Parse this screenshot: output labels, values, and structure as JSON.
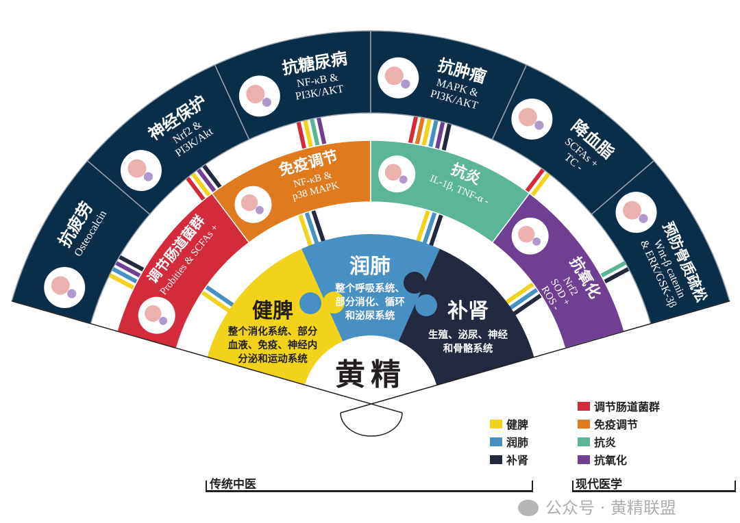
{
  "legend": [
    {
      "key": "jianpi",
      "label": "健脾",
      "color": "#f2d21b"
    },
    {
      "key": "runfei",
      "label": "润肺",
      "color": "#4690c4"
    },
    {
      "key": "bushen",
      "label": "补肾",
      "color": "#232a3f"
    },
    {
      "key": "gut",
      "label": "调节肠道菌群",
      "color": "#d42b3a"
    },
    {
      "key": "immune",
      "label": "免疫调节",
      "color": "#e07a1f"
    },
    {
      "key": "inflam",
      "label": "抗炎",
      "color": "#5bb598"
    },
    {
      "key": "antiox",
      "label": "抗氧化",
      "color": "#6e3f92"
    }
  ],
  "center_label": "黄精",
  "outer_color": "#0a2d48",
  "outer": [
    {
      "title": "抗疲劳",
      "sub": [
        "Osteocalcin"
      ],
      "icon": "muscle-dna-icon",
      "links": [
        "jianpi",
        "runfei",
        "antiox",
        "bushen"
      ]
    },
    {
      "title": "神经保护",
      "sub": [
        "Nrf2 &",
        "PI3K/Akt"
      ],
      "icon": "brain-icon",
      "links": [
        "gut",
        "jianpi",
        "antiox",
        "bushen"
      ]
    },
    {
      "title": "抗糖尿病",
      "sub": [
        "NF-κB &",
        "PI3K/AKT"
      ],
      "icon": "pancreas-icon",
      "links": [
        "gut",
        "jianpi",
        "inflam",
        "antiox"
      ]
    },
    {
      "title": "抗肿瘤",
      "sub": [
        "MAPK &",
        "PI3K/AKT"
      ],
      "icon": "tumor-icon",
      "links": [
        "gut",
        "immune",
        "jianpi",
        "runfei",
        "antiox",
        "bushen"
      ]
    },
    {
      "title": "降血脂",
      "sub": [
        "SCFAs +",
        "TC -"
      ],
      "icon": "artery-icon",
      "links": [
        "gut",
        "jianpi"
      ]
    },
    {
      "title": "预防骨质疏松",
      "sub": [
        "Wnt-β catenin",
        "& ERK/GSK-3β"
      ],
      "icon": "bone-icon",
      "links": [
        "inflam",
        "bushen"
      ]
    }
  ],
  "middle": [
    {
      "key": "gut",
      "title": "调节肠道菌群",
      "sub": [
        "Probities & SCFAs +"
      ],
      "icon": "gut-microbiota-icon",
      "links": [
        "jianpi",
        "runfei"
      ]
    },
    {
      "key": "immune",
      "title": "免疫调节",
      "sub": [
        "NF-κB &",
        "p38 MAPK"
      ],
      "icon": "immune-cells-icon",
      "links": [
        "jianpi",
        "runfei",
        "bushen"
      ]
    },
    {
      "key": "inflam",
      "title": "抗炎",
      "sub": [
        "IL-1β, TNF-α -"
      ],
      "icon": "tissue-slide-icon",
      "links": [
        "jianpi",
        "runfei",
        "bushen"
      ]
    },
    {
      "key": "antiox",
      "title": "抗氧化",
      "sub": [
        "Nrf2",
        "SOD +",
        "ROS -"
      ],
      "icon": "cell-ros-icon",
      "links": [
        "jianpi",
        "runfei",
        "bushen"
      ]
    }
  ],
  "inner": [
    {
      "key": "jianpi",
      "title": "健脾",
      "desc": [
        "整个消化系统、部分",
        "血液、免疫、神经内",
        "分泌和运动系统"
      ],
      "text_color": "#231f20"
    },
    {
      "key": "runfei",
      "title": "润肺",
      "desc": [
        "整个呼吸系统、",
        "部分消化、循环",
        "和泌尿系统"
      ],
      "text_color": "#ffffff"
    },
    {
      "key": "bushen",
      "title": "补肾",
      "desc": [
        "生殖、泌尿、神经",
        "和骨骼系统"
      ],
      "text_color": "#ffffff"
    }
  ],
  "brackets": {
    "left": "传统中医",
    "right": "现代医学"
  },
  "watermark": "公众号 · 黄精联盟"
}
